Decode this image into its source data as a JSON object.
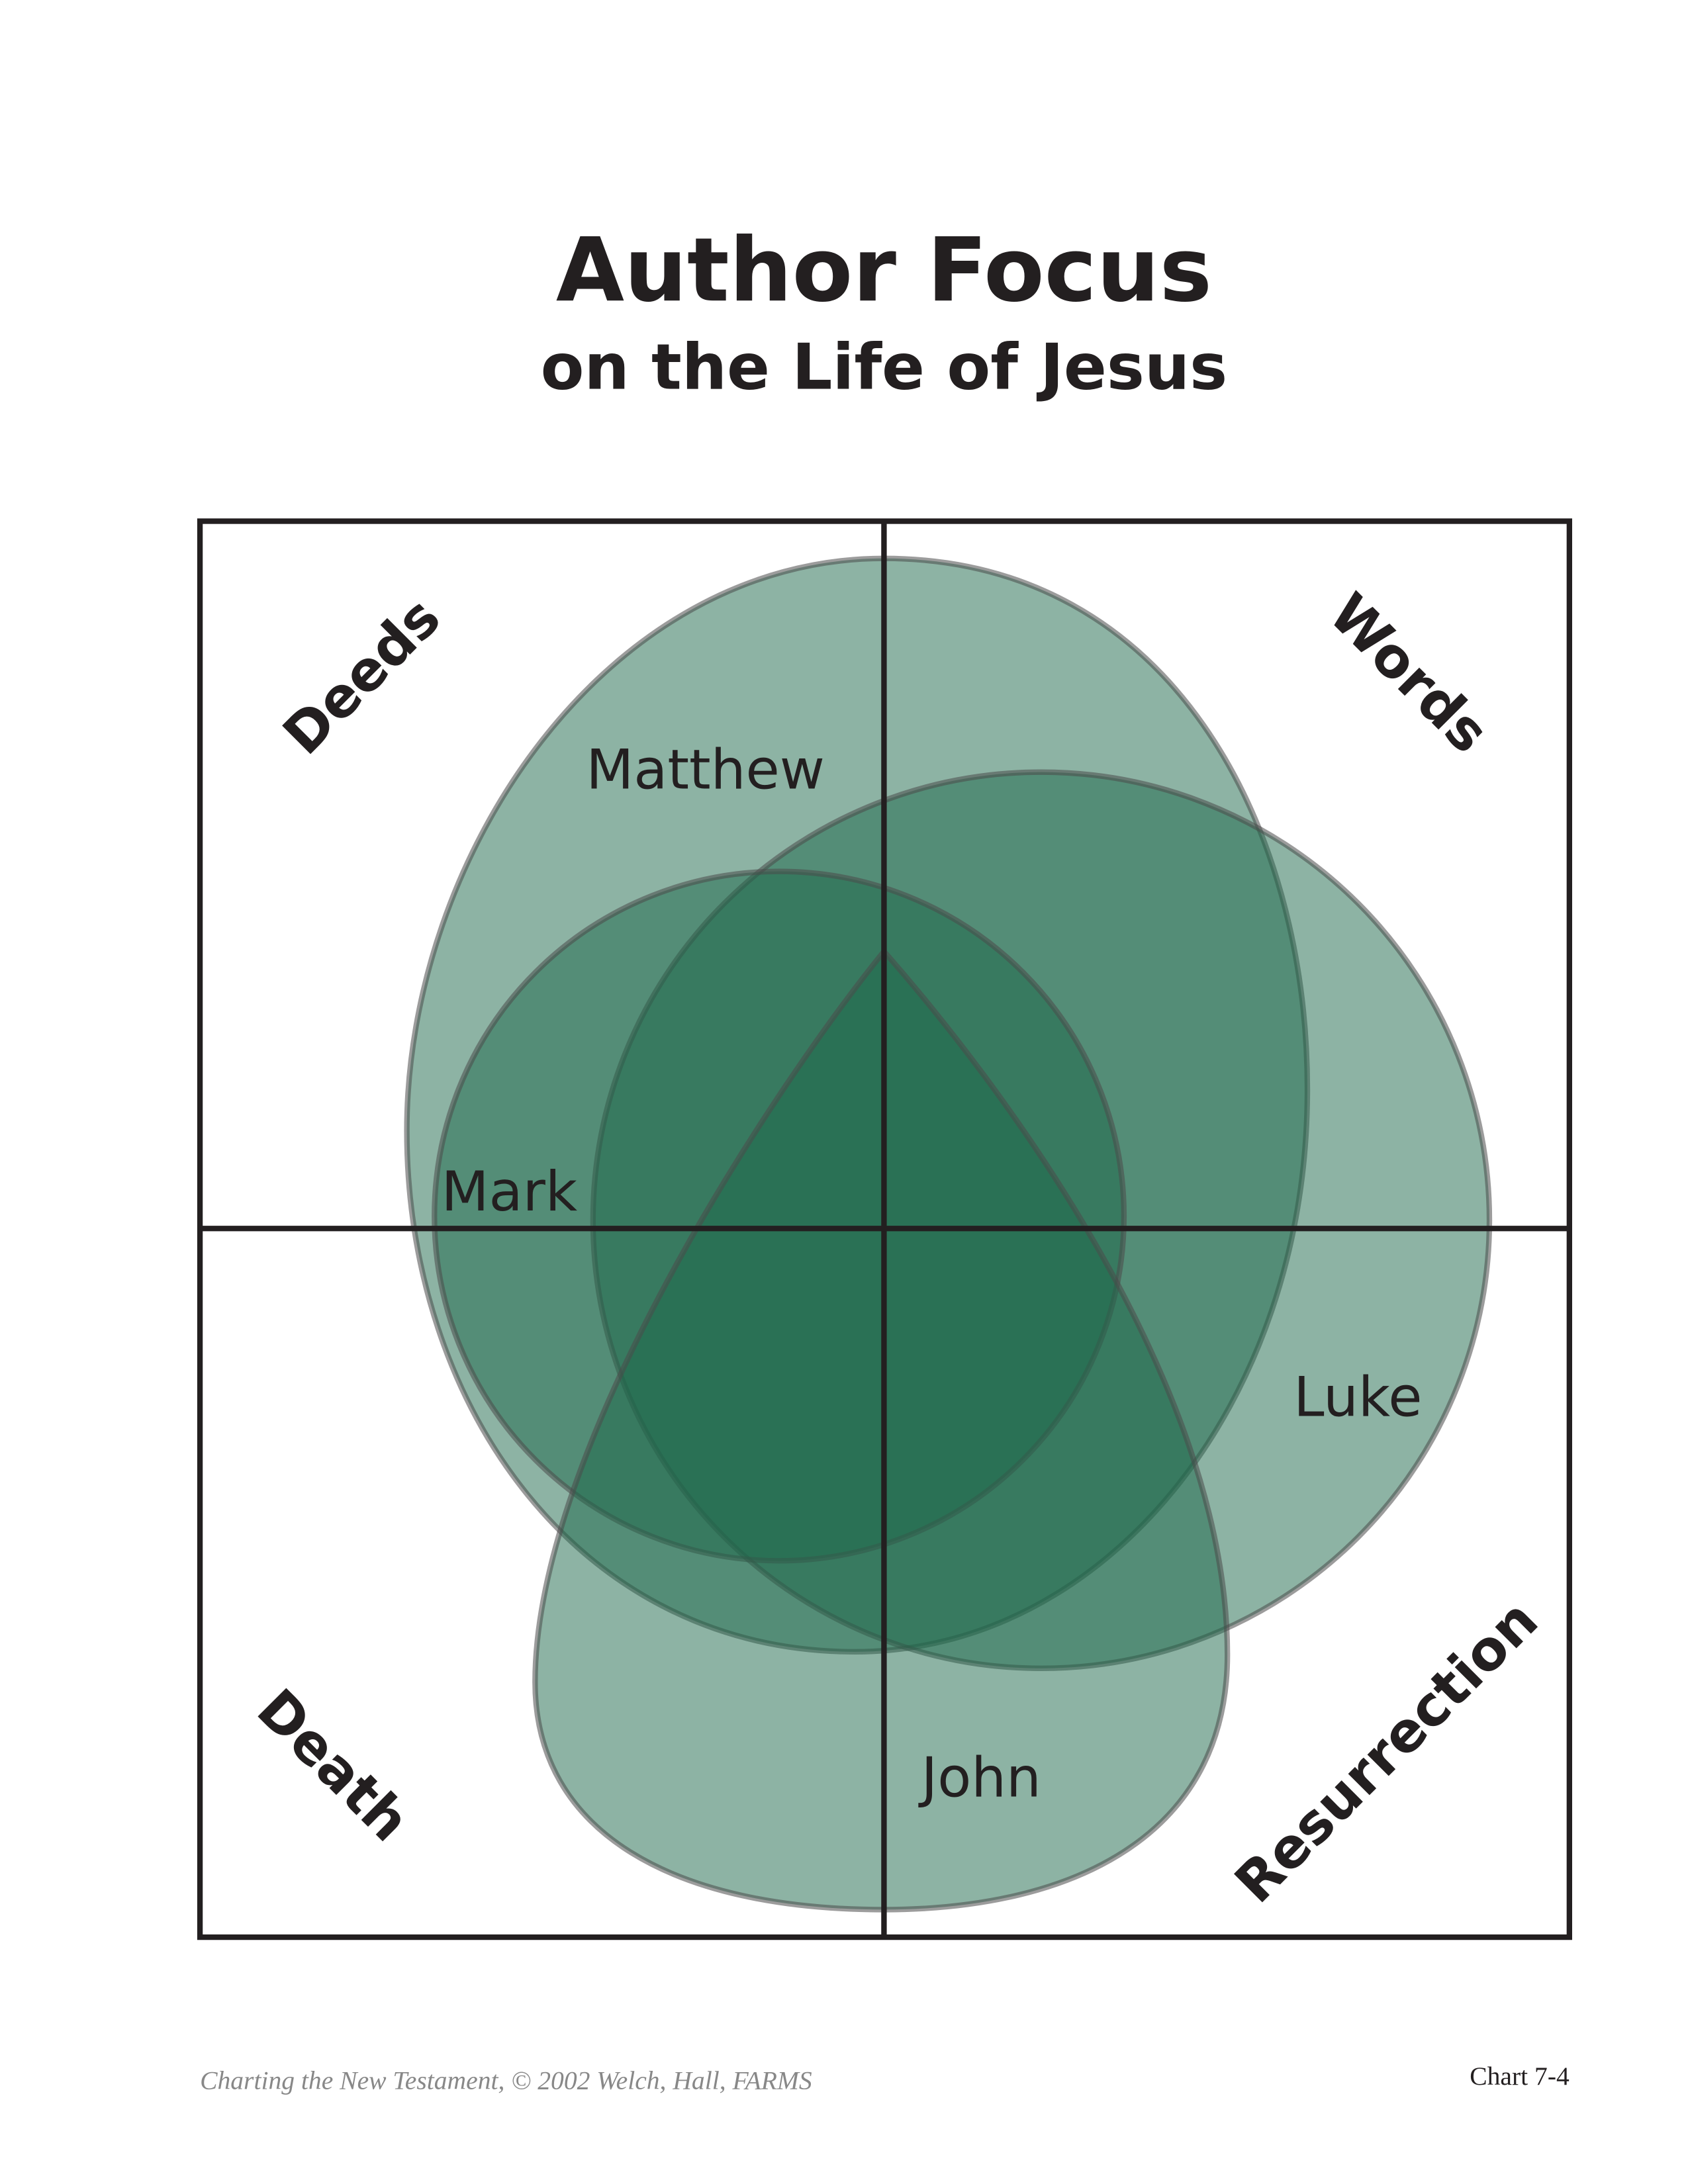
{
  "title": "Author Focus",
  "subtitle": "on the Life of Jesus",
  "quadrants": {
    "top_left": "Deeds",
    "top_right": "Words",
    "bottom_left": "Death",
    "bottom_right": "Resurrection"
  },
  "authors": {
    "matthew": "Matthew",
    "mark": "Mark",
    "luke": "Luke",
    "john": "John"
  },
  "colors": {
    "shape_fill": "#1b6749",
    "grid_line": "#231f20"
  },
  "footer": {
    "source": "Charting the New Testament, © 2002 Welch, Hall, FARMS",
    "chart_number": "Chart 7-4"
  }
}
